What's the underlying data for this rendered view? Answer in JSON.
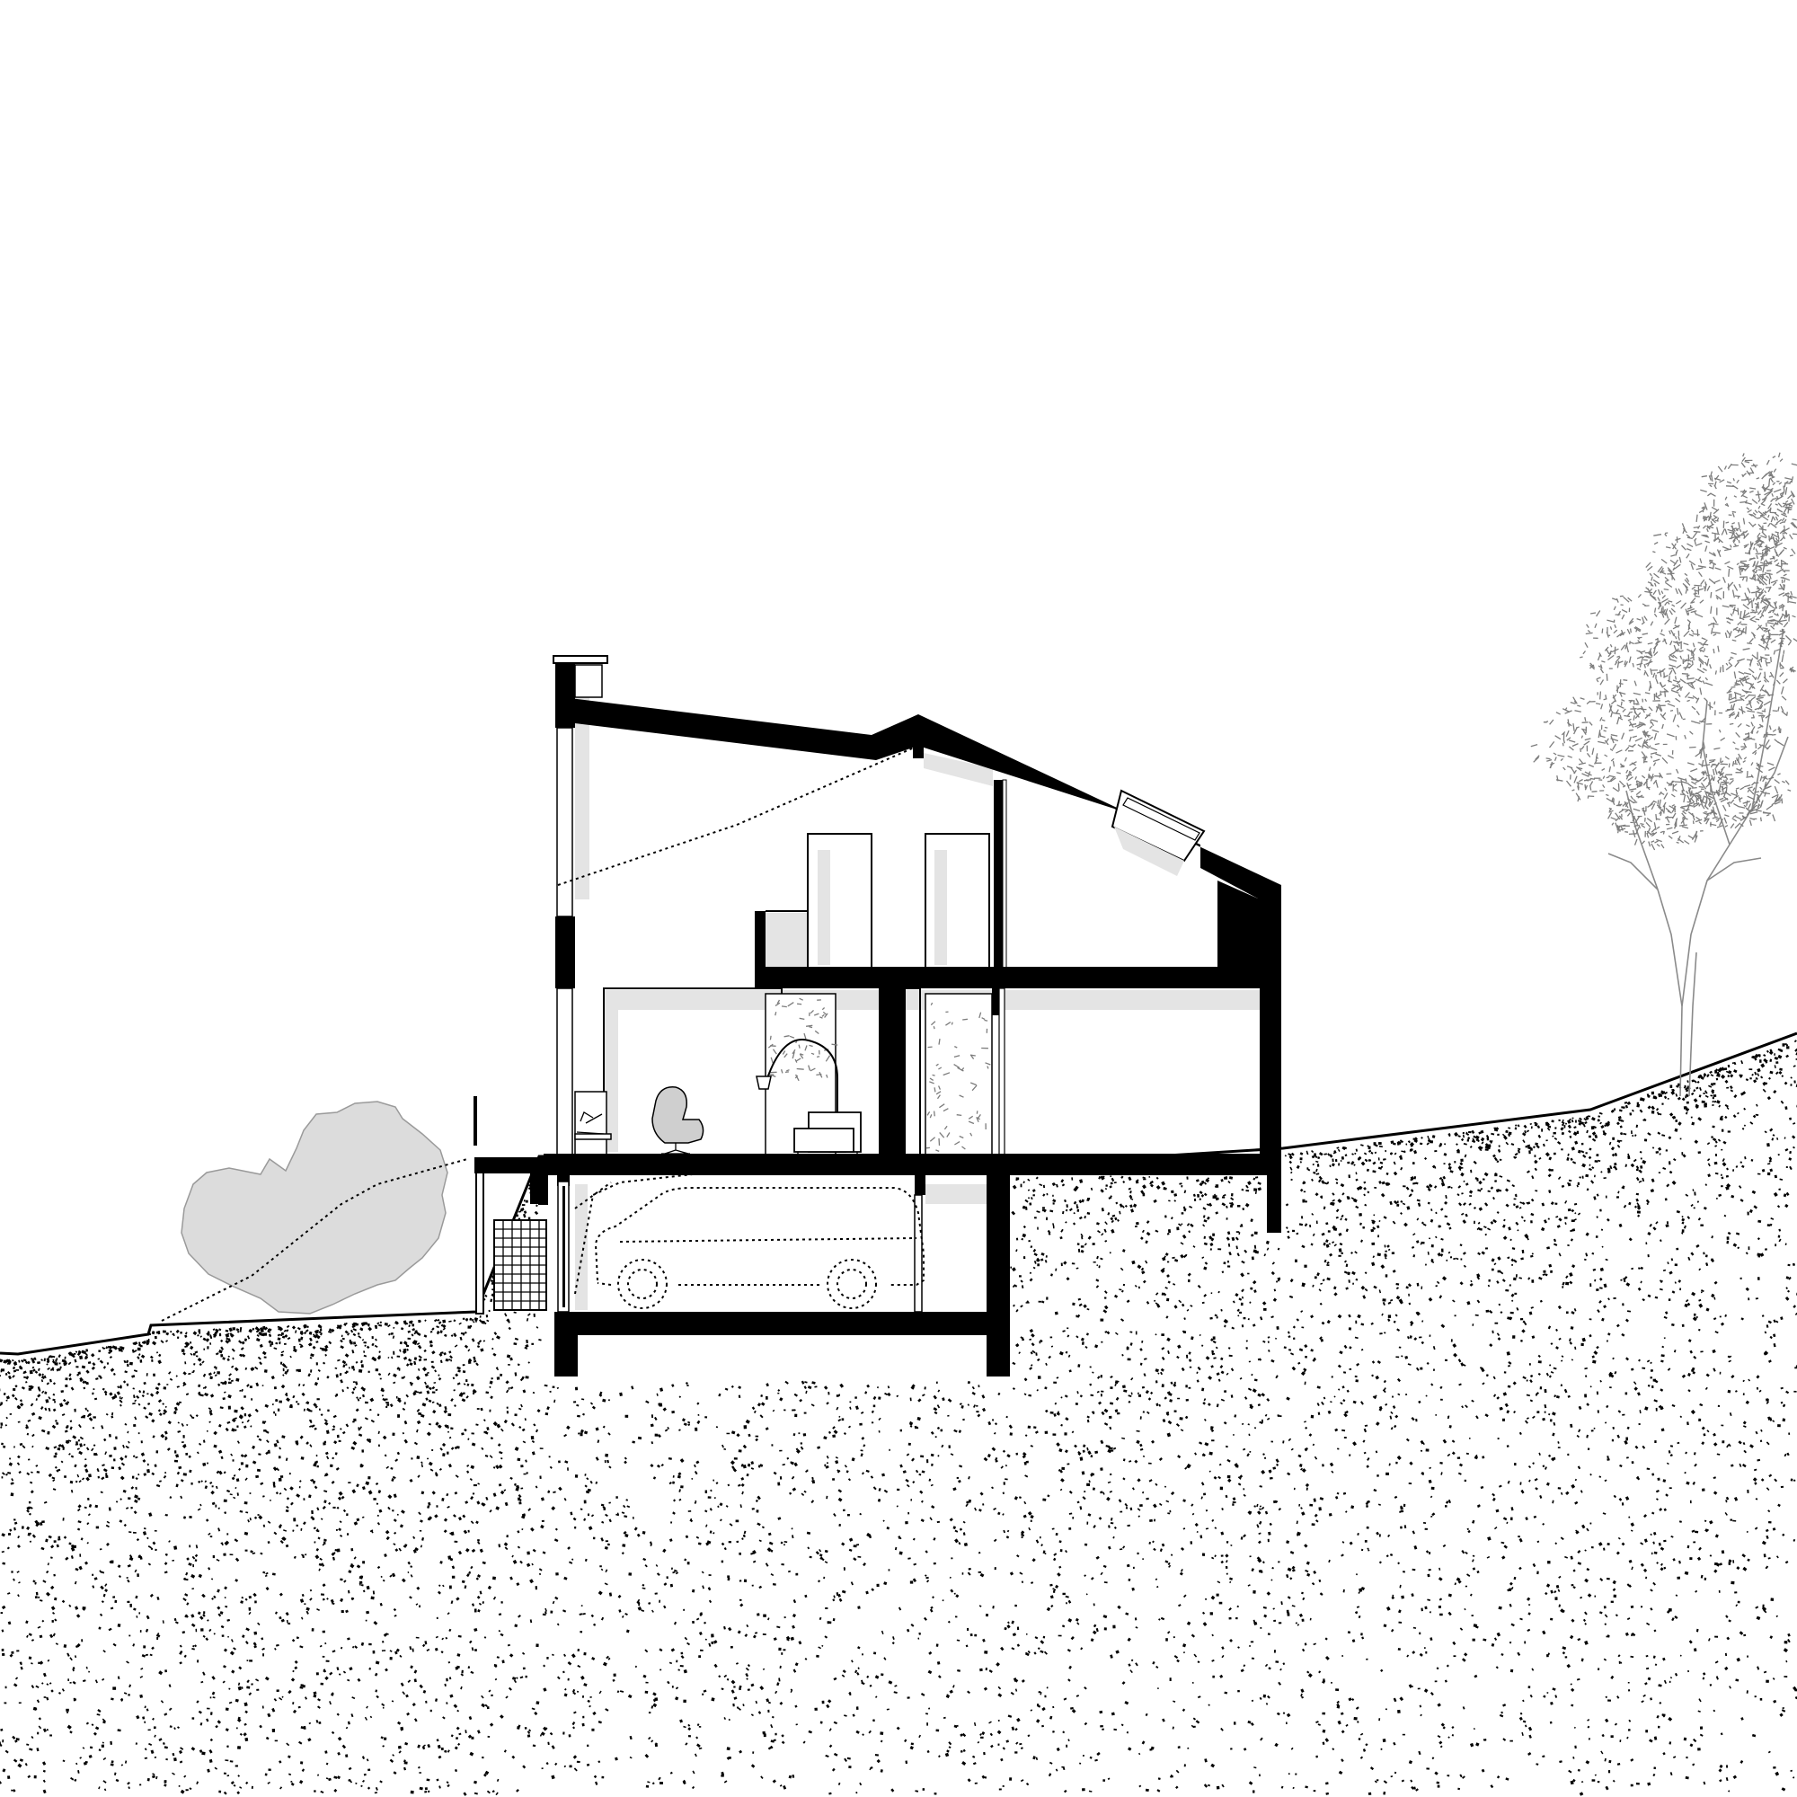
{
  "drawing": {
    "type": "architectural-section",
    "colors": {
      "background": "#ffffff",
      "structure": "#000000",
      "shading": "#e4e4e4",
      "shrub": "#dcdcdc",
      "tree": "#8a8a8a"
    },
    "elements": [
      "terrain-profile",
      "soil-stipple",
      "roof-slab",
      "floor-slabs",
      "basement-garage",
      "parked-car-outline",
      "living-room",
      "egg-chair",
      "arc-floor-lamp",
      "sofa",
      "bookshelf",
      "attic-skylight",
      "entrance-gate",
      "shrub",
      "tree"
    ]
  }
}
